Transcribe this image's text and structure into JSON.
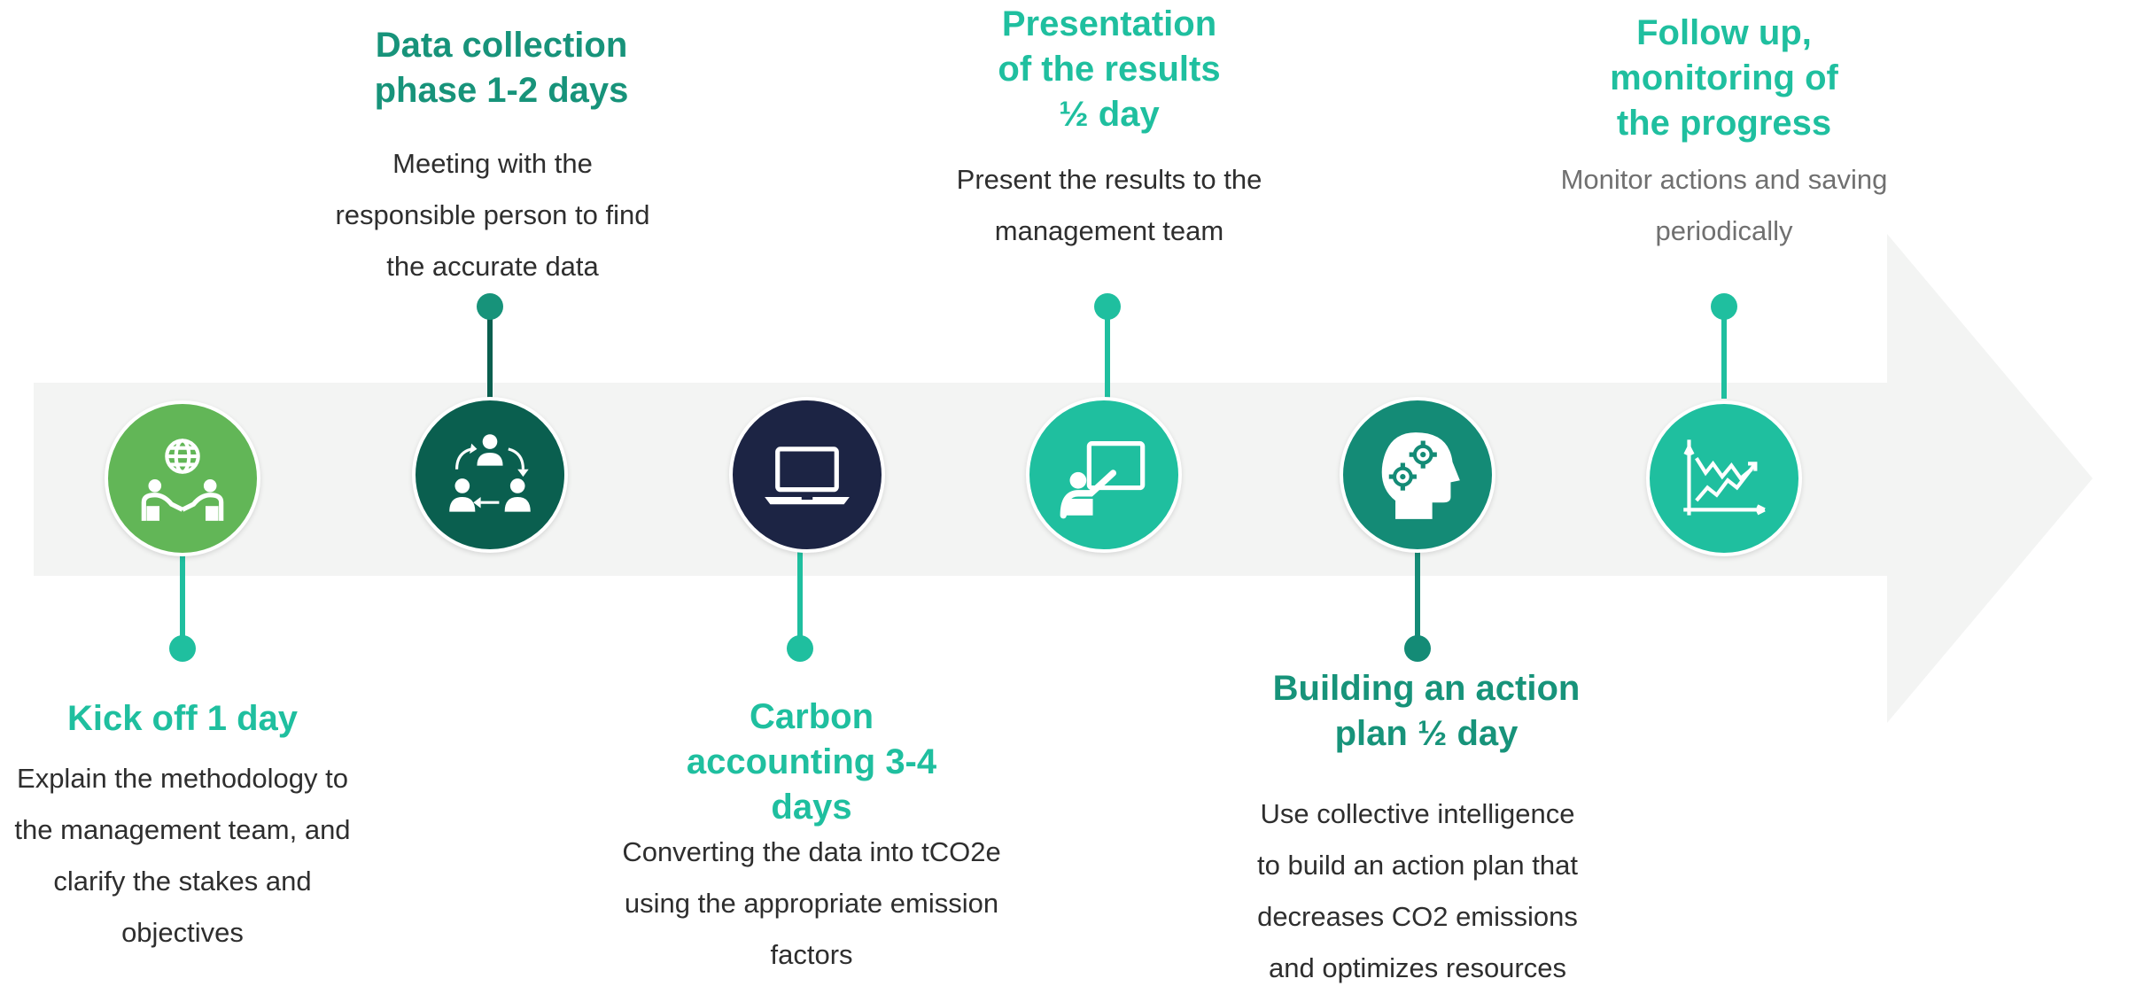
{
  "colors": {
    "arrow": "#f3f4f3",
    "green_light": "#62b657",
    "green_dark": "#0a5f4f",
    "navy": "#1c2444",
    "teal": "#1fbf9f",
    "teal_dark": "#148b76",
    "title_teal": "#16b893",
    "title_green": "#17937a"
  },
  "steps": [
    {
      "title": "Kick off 1 day",
      "description": "Explain the methodology to\nthe management team, and\nclarify the stakes and\nobjectives",
      "icon": "globe-handshake-icon",
      "circle_color": "#62b657",
      "title_color": "#1fbf9f"
    },
    {
      "title": "Data collection\nphase 1-2 days",
      "description": "Meeting with the\nresponsible person to find\nthe accurate data",
      "icon": "team-exchange-icon",
      "circle_color": "#0a5f4f",
      "title_color": "#17937a"
    },
    {
      "title": "Carbon\naccounting 3-4\ndays",
      "description": "Converting the data into tCO2e\nusing the appropriate emission\nfactors",
      "icon": "laptop-icon",
      "circle_color": "#1c2444",
      "title_color": "#1fbf9f"
    },
    {
      "title": "Presentation\nof the results\n½ day",
      "description": "Present the results to the\nmanagement team",
      "icon": "presentation-board-icon",
      "circle_color": "#1fbf9f",
      "title_color": "#1fbf9f"
    },
    {
      "title": "Building an action\nplan ½ day",
      "description": "Use collective intelligence\nto build an action plan that\ndecreases CO2 emissions\nand optimizes resources",
      "icon": "head-gears-icon",
      "circle_color": "#148b76",
      "title_color": "#17937a"
    },
    {
      "title": "Follow up,\nmonitoring of\nthe progress",
      "description": "Monitor actions and saving\nperiodically",
      "icon": "trend-chart-icon",
      "circle_color": "#1fbf9f",
      "title_color": "#1fbf9f"
    }
  ]
}
